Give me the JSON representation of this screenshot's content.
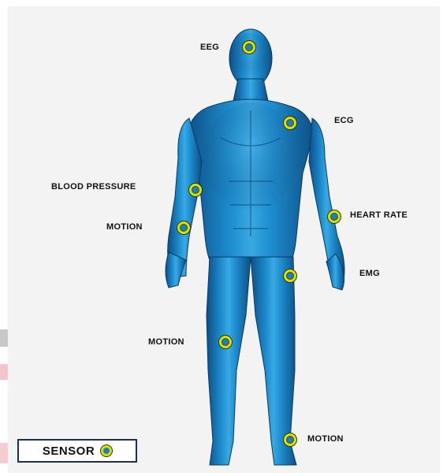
{
  "labels": {
    "eeg": "EEG",
    "ecg": "ECG",
    "blood_pressure": "BLOOD PRESSURE",
    "heart_rate": "HEART RATE",
    "motion_wrist": "MOTION",
    "emg": "EMG",
    "motion_knee": "MOTION",
    "motion_ankle": "MOTION"
  },
  "legend": {
    "label": "SENSOR"
  },
  "colors": {
    "body": "#1e88c8",
    "sensor_ring": "#d6e00a",
    "legend_border": "#1b2d5a"
  }
}
